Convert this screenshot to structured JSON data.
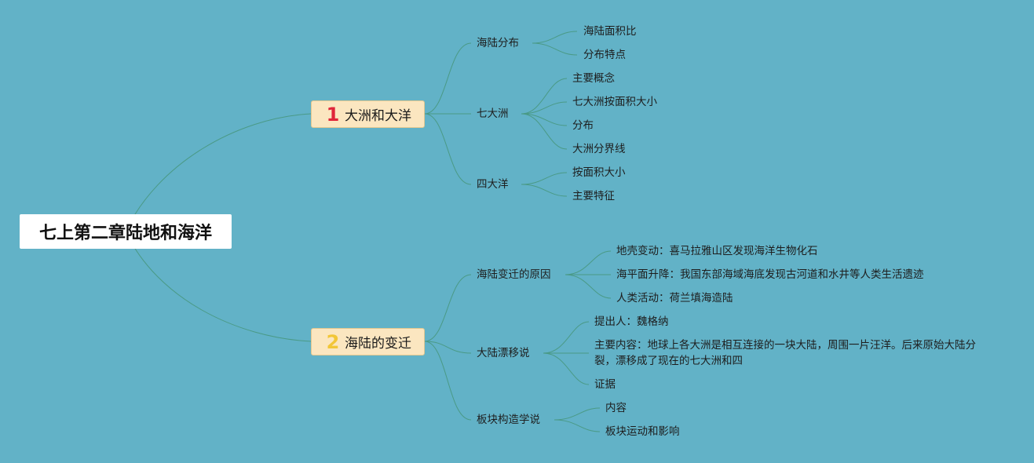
{
  "root": {
    "title": "七上第二章陆地和海洋"
  },
  "branches": [
    {
      "badge": "1",
      "label": "大洲和大洋",
      "children": [
        {
          "label": "海陆分布",
          "children": [
            "海陆面积比",
            "分布特点"
          ]
        },
        {
          "label": "七大洲",
          "children": [
            "主要概念",
            "七大洲按面积大小",
            "分布",
            "大洲分界线"
          ]
        },
        {
          "label": "四大洋",
          "children": [
            "按面积大小",
            "主要特征"
          ]
        }
      ]
    },
    {
      "badge": "2",
      "label": "海陆的变迁",
      "children": [
        {
          "label": "海陆变迁的原因",
          "children": [
            "地壳变动：喜马拉雅山区发现海洋生物化石",
            "海平面升降：我国东部海域海底发现古河道和水井等人类生活遗迹",
            "人类活动：荷兰填海造陆"
          ]
        },
        {
          "label": "大陆漂移说",
          "children": [
            "提出人：魏格纳",
            "主要内容：地球上各大洲是相互连接的一块大陆，周围一片汪洋。后来原始大陆分裂，漂移成了现在的七大洲和四",
            "证据"
          ]
        },
        {
          "label": "板块构造学说",
          "children": [
            "内容",
            "板块运动和影响"
          ]
        }
      ]
    }
  ],
  "colors": {
    "background": "#62b2c7",
    "connector": "#4a9a86",
    "branch_fill": "#fbe6c0",
    "badge_1": "#e0263a",
    "badge_2": "#f2c637"
  }
}
